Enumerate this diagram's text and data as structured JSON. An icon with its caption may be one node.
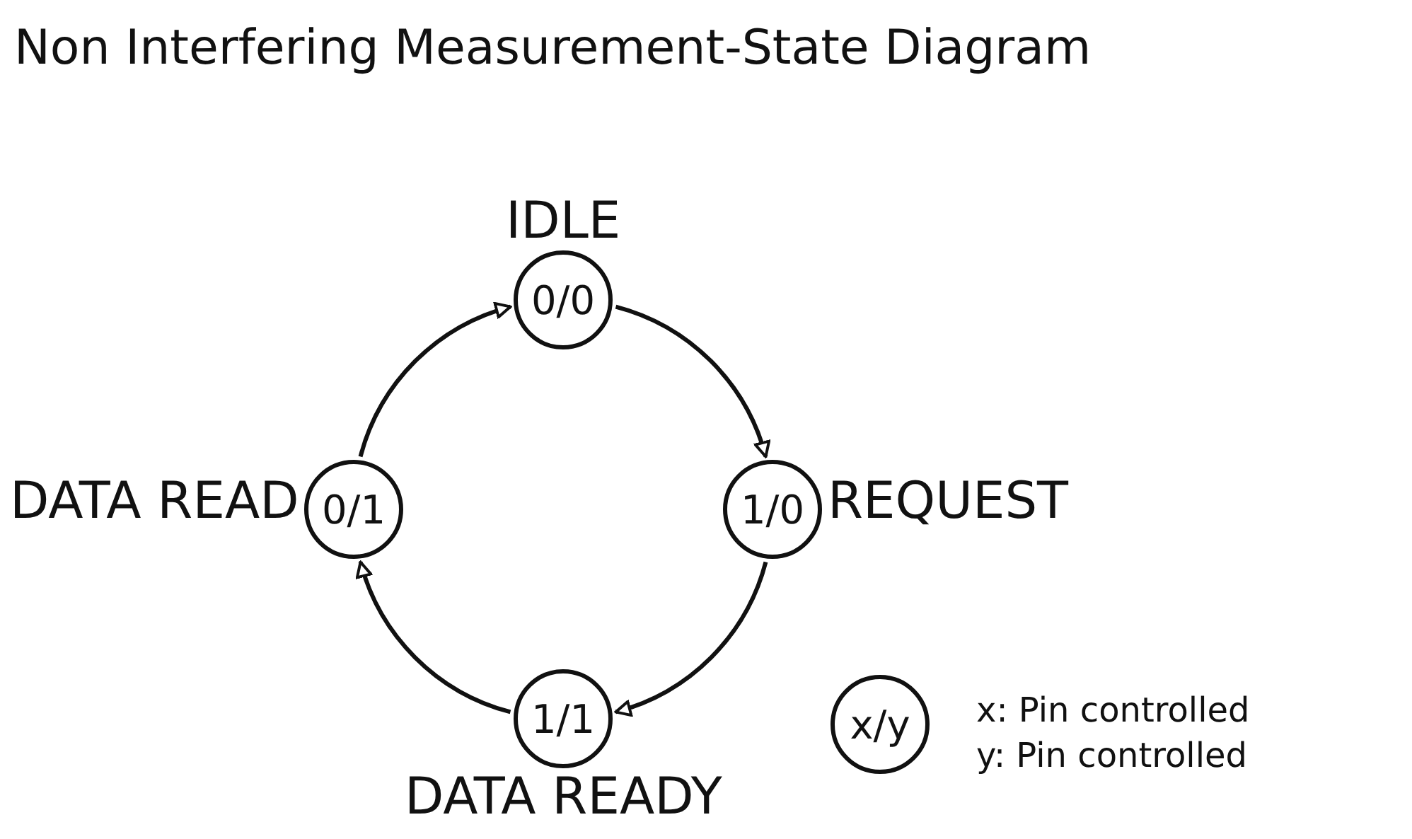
{
  "diagram": {
    "title": "Non Interfering Measurement-State Diagram",
    "nodes": [
      {
        "text": [
          "IDLE",
          "0/0"
        ]
      },
      {
        "text": [
          "1/0",
          "REQUEST"
        ]
      },
      {
        "text": [
          "1/1",
          "DATA READY"
        ]
      },
      {
        "text": [
          "DATA READ",
          "0/1"
        ]
      },
      {
        "text": [
          "x/y"
        ]
      }
    ],
    "edges": [
      {
        "from": 0,
        "to": 1,
        "arrow": "to"
      },
      {
        "from": 1,
        "to": 2,
        "arrow": "to"
      },
      {
        "from": 2,
        "to": 3,
        "arrow": "to"
      },
      {
        "from": 3,
        "to": 0,
        "arrow": "to"
      }
    ],
    "labels": [
      "x: Pin controlled",
      "y: Pin controlled"
    ]
  }
}
